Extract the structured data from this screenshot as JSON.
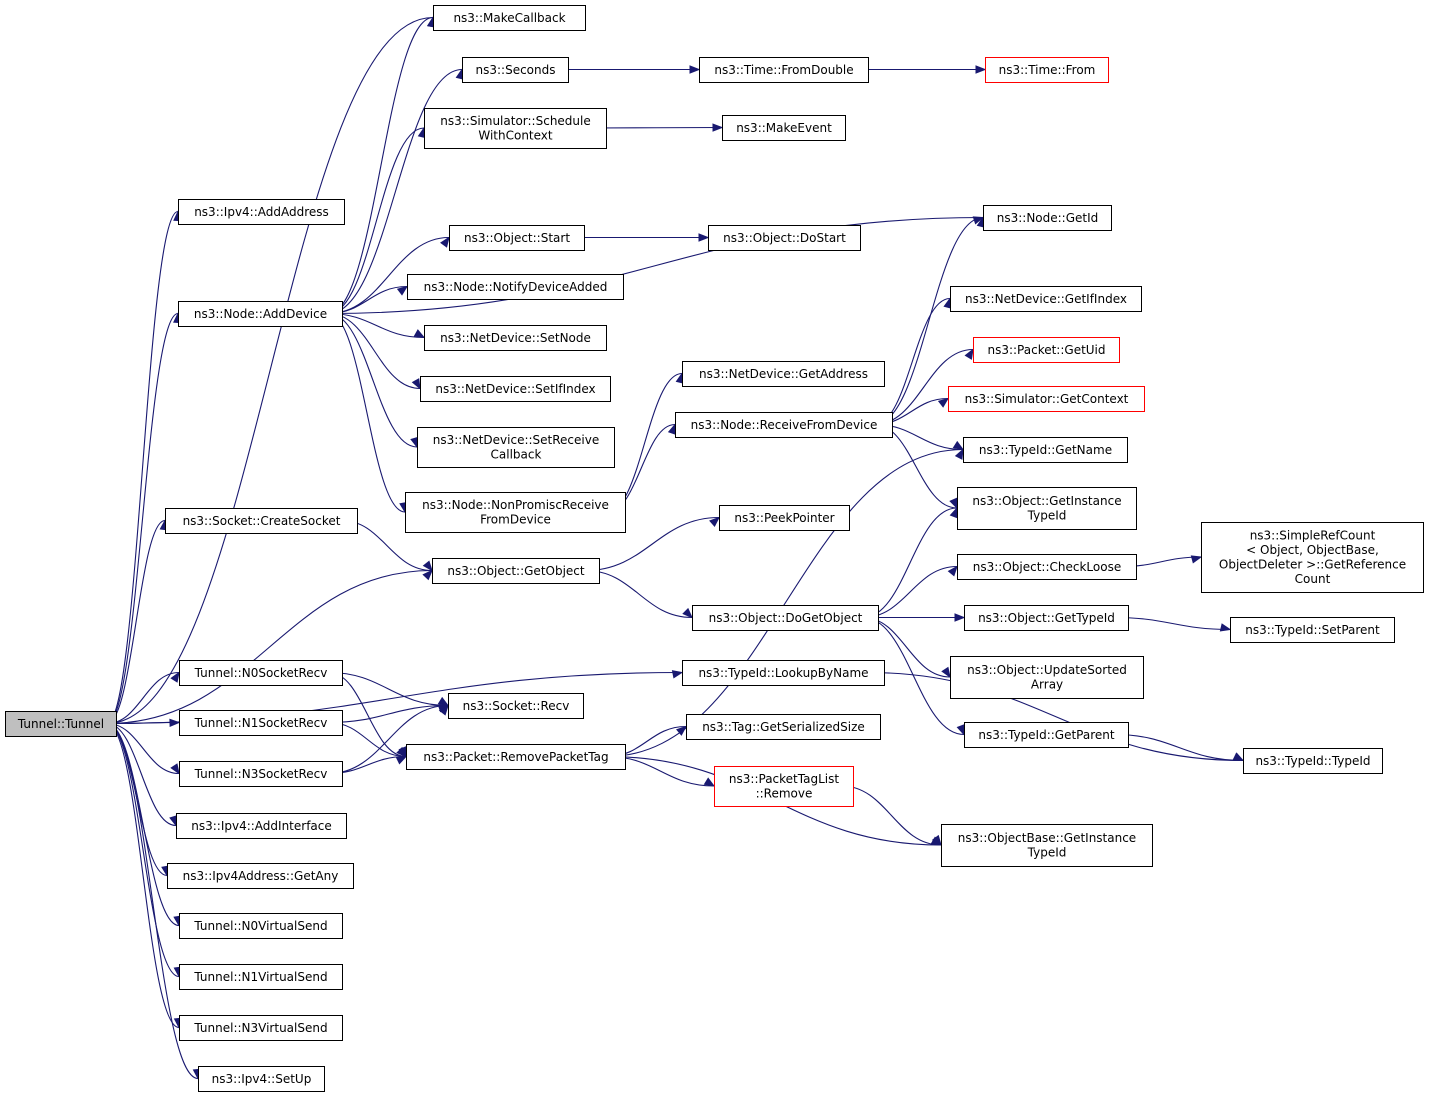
{
  "colors": {
    "edge": "#191970",
    "border": "#000000",
    "border_truncated": "#ff0000",
    "root_fill": "#bfbfbf",
    "node_fill": "#ffffff"
  },
  "nodes": [
    {
      "id": "tunnel_tunnel",
      "lines": [
        "Tunnel::Tunnel"
      ],
      "root": true
    },
    {
      "id": "ipv4_addaddress",
      "lines": [
        "ns3::Ipv4::AddAddress"
      ]
    },
    {
      "id": "node_adddevice",
      "lines": [
        "ns3::Node::AddDevice"
      ]
    },
    {
      "id": "socket_createsocket",
      "lines": [
        "ns3::Socket::CreateSocket"
      ]
    },
    {
      "id": "object_getobject",
      "lines": [
        "ns3::Object::GetObject"
      ]
    },
    {
      "id": "typeid_lookupbyname",
      "lines": [
        "ns3::TypeId::LookupByName"
      ]
    },
    {
      "id": "tunnel_n0socketrecv",
      "lines": [
        "Tunnel::N0SocketRecv"
      ]
    },
    {
      "id": "tunnel_n1socketrecv",
      "lines": [
        "Tunnel::N1SocketRecv"
      ]
    },
    {
      "id": "tunnel_n3socketrecv",
      "lines": [
        "Tunnel::N3SocketRecv"
      ]
    },
    {
      "id": "ipv4_addinterface",
      "lines": [
        "ns3::Ipv4::AddInterface"
      ]
    },
    {
      "id": "ipv4address_getany",
      "lines": [
        "ns3::Ipv4Address::GetAny"
      ]
    },
    {
      "id": "tunnel_n0virtualsend",
      "lines": [
        "Tunnel::N0VirtualSend"
      ]
    },
    {
      "id": "tunnel_n1virtualsend",
      "lines": [
        "Tunnel::N1VirtualSend"
      ]
    },
    {
      "id": "tunnel_n3virtualsend",
      "lines": [
        "Tunnel::N3VirtualSend"
      ]
    },
    {
      "id": "ipv4_setup",
      "lines": [
        "ns3::Ipv4::SetUp"
      ]
    },
    {
      "id": "makecallback",
      "lines": [
        "ns3::MakeCallback"
      ]
    },
    {
      "id": "seconds",
      "lines": [
        "ns3::Seconds"
      ]
    },
    {
      "id": "simulator_schedulewithcontext",
      "lines": [
        "ns3::Simulator::Schedule",
        "WithContext"
      ]
    },
    {
      "id": "node_getid",
      "lines": [
        "ns3::Node::GetId"
      ]
    },
    {
      "id": "object_start",
      "lines": [
        "ns3::Object::Start"
      ]
    },
    {
      "id": "node_notifydeviceadded",
      "lines": [
        "ns3::Node::NotifyDeviceAdded"
      ]
    },
    {
      "id": "netdevice_setnode",
      "lines": [
        "ns3::NetDevice::SetNode"
      ]
    },
    {
      "id": "netdevice_setifindex",
      "lines": [
        "ns3::NetDevice::SetIfIndex"
      ]
    },
    {
      "id": "netdevice_setreceivecallback",
      "lines": [
        "ns3::NetDevice::SetReceive",
        "Callback"
      ]
    },
    {
      "id": "node_nonpromiscreceivefromdevice",
      "lines": [
        "ns3::Node::NonPromiscReceive",
        "FromDevice"
      ]
    },
    {
      "id": "time_fromdouble",
      "lines": [
        "ns3::Time::FromDouble"
      ]
    },
    {
      "id": "time_from",
      "lines": [
        "ns3::Time::From"
      ],
      "truncated": true
    },
    {
      "id": "makeevent",
      "lines": [
        "ns3::MakeEvent"
      ]
    },
    {
      "id": "object_dostart",
      "lines": [
        "ns3::Object::DoStart"
      ]
    },
    {
      "id": "netdevice_getaddress",
      "lines": [
        "ns3::NetDevice::GetAddress"
      ]
    },
    {
      "id": "node_receivefromdevice",
      "lines": [
        "ns3::Node::ReceiveFromDevice"
      ]
    },
    {
      "id": "netdevice_getifindex",
      "lines": [
        "ns3::NetDevice::GetIfIndex"
      ]
    },
    {
      "id": "packet_getuid",
      "lines": [
        "ns3::Packet::GetUid"
      ],
      "truncated": true
    },
    {
      "id": "simulator_getcontext",
      "lines": [
        "ns3::Simulator::GetContext"
      ],
      "truncated": true
    },
    {
      "id": "typeid_getname",
      "lines": [
        "ns3::TypeId::GetName"
      ]
    },
    {
      "id": "object_getinstancetypeid",
      "lines": [
        "ns3::Object::GetInstance",
        "TypeId"
      ]
    },
    {
      "id": "peekpointer",
      "lines": [
        "ns3::PeekPointer"
      ]
    },
    {
      "id": "object_dogetobject",
      "lines": [
        "ns3::Object::DoGetObject"
      ]
    },
    {
      "id": "object_checkloose",
      "lines": [
        "ns3::Object::CheckLoose"
      ]
    },
    {
      "id": "simplerefcount_getreferencecount",
      "lines": [
        "ns3::SimpleRefCount",
        "< Object, ObjectBase,",
        "ObjectDeleter >::GetReference",
        "Count"
      ]
    },
    {
      "id": "object_gettypeid",
      "lines": [
        "ns3::Object::GetTypeId"
      ]
    },
    {
      "id": "typeid_setparent",
      "lines": [
        "ns3::TypeId::SetParent"
      ]
    },
    {
      "id": "object_updatesortedarray",
      "lines": [
        "ns3::Object::UpdateSorted",
        "Array"
      ]
    },
    {
      "id": "typeid_getparent",
      "lines": [
        "ns3::TypeId::GetParent"
      ]
    },
    {
      "id": "typeid_typeid",
      "lines": [
        "ns3::TypeId::TypeId"
      ]
    },
    {
      "id": "socket_recv",
      "lines": [
        "ns3::Socket::Recv"
      ]
    },
    {
      "id": "packet_removepackettag",
      "lines": [
        "ns3::Packet::RemovePacketTag"
      ]
    },
    {
      "id": "tag_getserializedsize",
      "lines": [
        "ns3::Tag::GetSerializedSize"
      ]
    },
    {
      "id": "packettaglist_remove",
      "lines": [
        "ns3::PacketTagList",
        "::Remove"
      ],
      "truncated": true
    },
    {
      "id": "objectbase_getinstancetypeid",
      "lines": [
        "ns3::ObjectBase::GetInstance",
        "TypeId"
      ]
    }
  ],
  "edges": [
    [
      "tunnel_tunnel",
      "ipv4_addaddress"
    ],
    [
      "tunnel_tunnel",
      "node_adddevice"
    ],
    [
      "tunnel_tunnel",
      "socket_createsocket"
    ],
    [
      "tunnel_tunnel",
      "object_getobject"
    ],
    [
      "tunnel_tunnel",
      "typeid_lookupbyname"
    ],
    [
      "tunnel_tunnel",
      "tunnel_n0socketrecv"
    ],
    [
      "tunnel_tunnel",
      "tunnel_n1socketrecv"
    ],
    [
      "tunnel_tunnel",
      "tunnel_n3socketrecv"
    ],
    [
      "tunnel_tunnel",
      "ipv4_addinterface"
    ],
    [
      "tunnel_tunnel",
      "ipv4address_getany"
    ],
    [
      "tunnel_tunnel",
      "tunnel_n0virtualsend"
    ],
    [
      "tunnel_tunnel",
      "tunnel_n1virtualsend"
    ],
    [
      "tunnel_tunnel",
      "tunnel_n3virtualsend"
    ],
    [
      "tunnel_tunnel",
      "ipv4_setup"
    ],
    [
      "tunnel_tunnel",
      "makecallback"
    ],
    [
      "node_adddevice",
      "makecallback"
    ],
    [
      "node_adddevice",
      "seconds"
    ],
    [
      "node_adddevice",
      "simulator_schedulewithcontext"
    ],
    [
      "node_adddevice",
      "node_getid"
    ],
    [
      "node_adddevice",
      "object_start"
    ],
    [
      "node_adddevice",
      "node_notifydeviceadded"
    ],
    [
      "node_adddevice",
      "netdevice_setnode"
    ],
    [
      "node_adddevice",
      "netdevice_setifindex"
    ],
    [
      "node_adddevice",
      "netdevice_setreceivecallback"
    ],
    [
      "node_adddevice",
      "node_nonpromiscreceivefromdevice"
    ],
    [
      "seconds",
      "time_fromdouble"
    ],
    [
      "time_fromdouble",
      "time_from"
    ],
    [
      "simulator_schedulewithcontext",
      "makeevent"
    ],
    [
      "object_start",
      "object_dostart"
    ],
    [
      "node_nonpromiscreceivefromdevice",
      "netdevice_getaddress"
    ],
    [
      "node_nonpromiscreceivefromdevice",
      "node_receivefromdevice"
    ],
    [
      "node_receivefromdevice",
      "node_getid"
    ],
    [
      "node_receivefromdevice",
      "netdevice_getifindex"
    ],
    [
      "node_receivefromdevice",
      "packet_getuid"
    ],
    [
      "node_receivefromdevice",
      "simulator_getcontext"
    ],
    [
      "node_receivefromdevice",
      "typeid_getname"
    ],
    [
      "node_receivefromdevice",
      "object_getinstancetypeid"
    ],
    [
      "socket_createsocket",
      "object_getobject"
    ],
    [
      "object_getobject",
      "peekpointer"
    ],
    [
      "object_getobject",
      "object_dogetobject"
    ],
    [
      "object_dogetobject",
      "object_getinstancetypeid"
    ],
    [
      "object_dogetobject",
      "object_checkloose"
    ],
    [
      "object_dogetobject",
      "object_gettypeid"
    ],
    [
      "object_dogetobject",
      "object_updatesortedarray"
    ],
    [
      "object_dogetobject",
      "typeid_getparent"
    ],
    [
      "object_checkloose",
      "simplerefcount_getreferencecount"
    ],
    [
      "object_gettypeid",
      "typeid_setparent"
    ],
    [
      "typeid_getparent",
      "typeid_typeid"
    ],
    [
      "typeid_lookupbyname",
      "typeid_typeid"
    ],
    [
      "tunnel_n0socketrecv",
      "socket_recv"
    ],
    [
      "tunnel_n0socketrecv",
      "packet_removepackettag"
    ],
    [
      "tunnel_n1socketrecv",
      "socket_recv"
    ],
    [
      "tunnel_n1socketrecv",
      "packet_removepackettag"
    ],
    [
      "tunnel_n3socketrecv",
      "socket_recv"
    ],
    [
      "tunnel_n3socketrecv",
      "packet_removepackettag"
    ],
    [
      "packet_removepackettag",
      "tag_getserializedsize"
    ],
    [
      "packet_removepackettag",
      "packettaglist_remove"
    ],
    [
      "packet_removepackettag",
      "objectbase_getinstancetypeid"
    ],
    [
      "packet_removepackettag",
      "typeid_getname"
    ],
    [
      "packettaglist_remove",
      "objectbase_getinstancetypeid"
    ]
  ]
}
